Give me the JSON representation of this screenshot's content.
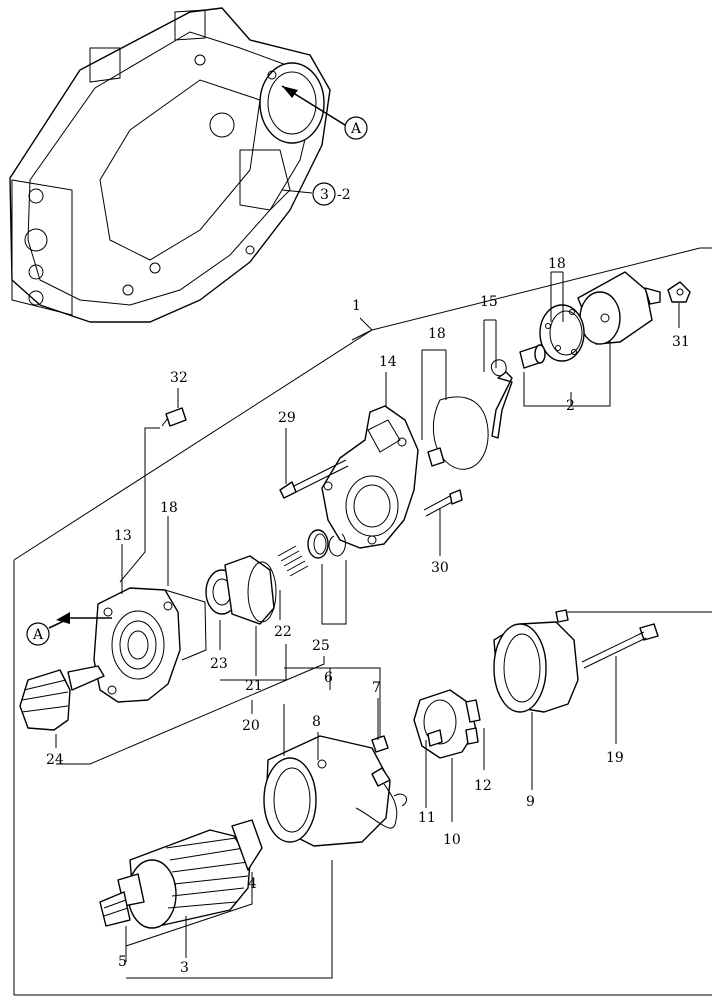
{
  "callouts": {
    "ref_a_top": "A",
    "ref_a_left": "A",
    "ref_3": "3",
    "ref_3_suffix": "-2",
    "n1": "1",
    "n2": "2",
    "n3": "3",
    "n4": "4",
    "n5": "5",
    "n6": "6",
    "n7": "7",
    "n8": "8",
    "n9": "9",
    "n10": "10",
    "n11": "11",
    "n12": "12",
    "n13": "13",
    "n14": "14",
    "n15": "15",
    "n18a": "18",
    "n18b": "18",
    "n18c": "18",
    "n19": "19",
    "n20": "20",
    "n21": "21",
    "n22": "22",
    "n23": "23",
    "n24": "24",
    "n25": "25",
    "n29": "29",
    "n30": "30",
    "n31": "31",
    "n32": "32"
  }
}
